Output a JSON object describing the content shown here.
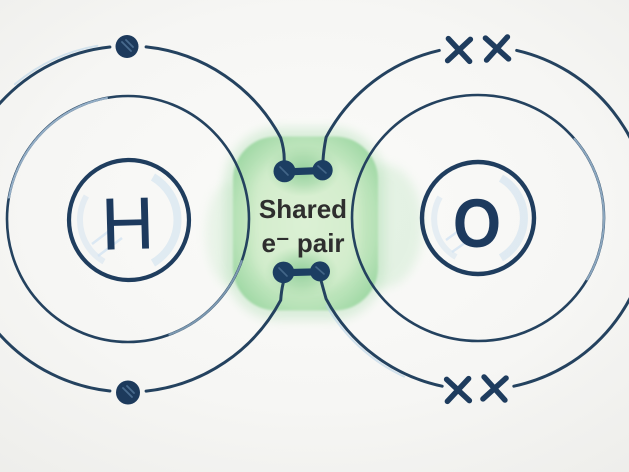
{
  "diagram": {
    "left_atom": {
      "symbol": "H",
      "electron_marker": "dot",
      "unshared_electrons": [
        "top",
        "bottom"
      ]
    },
    "right_atom": {
      "symbol": "O",
      "electron_marker": "cross",
      "unshared_electron_pairs": [
        "top",
        "bottom"
      ]
    },
    "shared_region": {
      "label_line1": "Shared",
      "label_line2": "e⁻ pair",
      "shared_pairs_count": 2
    },
    "colors": {
      "ink": "#24425f",
      "highlight_green_edge": "#9cd5a2",
      "highlight_green_center": "#d9efd2",
      "label_text": "#2e2e2e",
      "background": "#f6f6f4"
    }
  }
}
